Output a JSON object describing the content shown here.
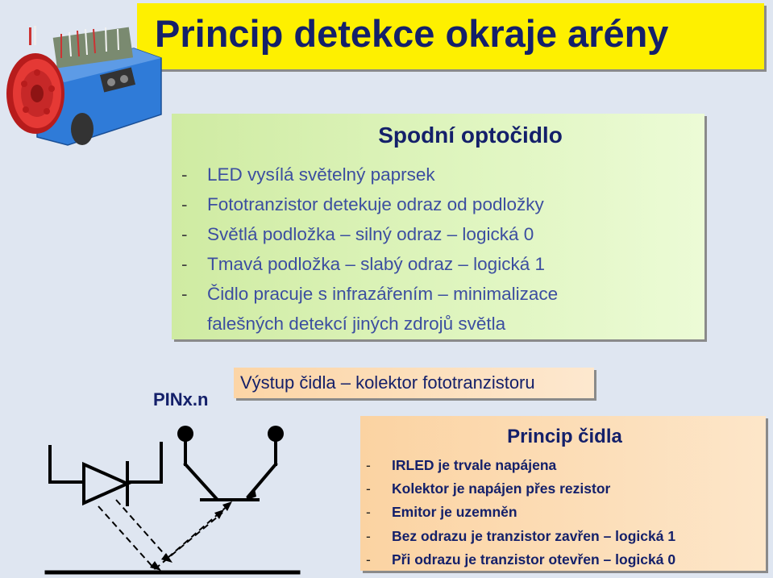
{
  "title": "Princip detekce okraje arény",
  "sensor_box": {
    "title": "Spodní optočidlo",
    "items": [
      "LED vysílá světelný paprsek",
      "Fototranzistor detekuje odraz od podložky",
      "Světlá podložka – silný odraz – logická 0",
      "Tmavá podložka – slabý odraz – logická 1",
      "Čidlo pracuje s infrazářením – minimalizace"
    ],
    "item_continuation": "falešných detekcí jiných zdrojů světla",
    "bullet": "-"
  },
  "pin_label": "PINx.n",
  "output_label": "Výstup čidla – kolektor fototranzistoru",
  "principle_box": {
    "title": "Princip čidla",
    "items": [
      "IRLED je trvale napájena",
      "Kolektor je napájen přes rezistor",
      "Emitor je uzemněn",
      "Bez odrazu je tranzistor zavřen – logická 1",
      "Při odrazu je tranzistor otevřen – logická 0"
    ]
  },
  "colors": {
    "title_bg": "#fef000",
    "title_text": "#14206a",
    "green_box": "#dff5bf",
    "green_text": "#3c4ea0",
    "orange_box": "#fde6c9",
    "background": "#dfe6f1"
  },
  "icons": [
    "robot-image",
    "circuit-diagram"
  ]
}
